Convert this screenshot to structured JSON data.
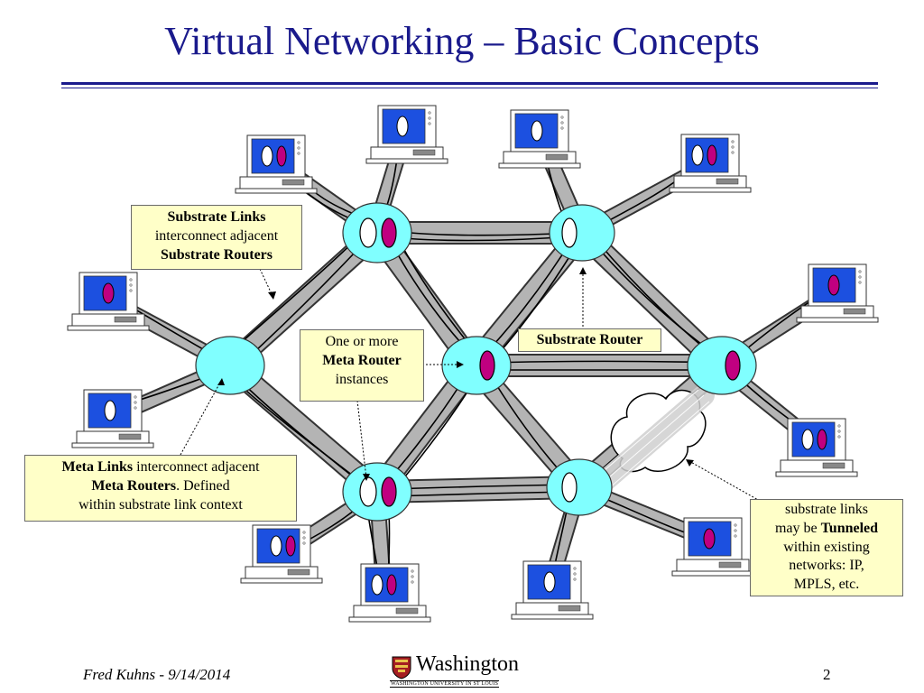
{
  "slide": {
    "title": "Virtual Networking – Basic Concepts",
    "footer_author": "Fred Kuhns - 9/14/2014",
    "page_number": "2",
    "logo": {
      "wordmark": "Washington",
      "subline": "WASHINGTON UNIVERSITY IN ST LOUIS"
    }
  },
  "callouts": {
    "substrate_links": {
      "bold1": "Substrate Links",
      "text": "interconnect adjacent",
      "bold2": "Substrate Routers"
    },
    "meta_router": {
      "line1": "One or more",
      "bold": "Meta Router",
      "line3": "instances"
    },
    "substrate_router": {
      "bold": "Substrate Router"
    },
    "meta_links": {
      "bold1": "Meta Links",
      "text1": " interconnect adjacent",
      "bold2": "Meta Routers",
      "text2": ". Defined",
      "text3": "within substrate link context"
    },
    "tunneled": {
      "line1": "substrate links",
      "pre": "may be ",
      "bold": "Tunneled",
      "line3": "within existing",
      "line4": "networks: IP,",
      "line5": "MPLS, etc."
    }
  },
  "colors": {
    "title": "#1a1a8c",
    "router": "#80ffff",
    "meta_port": "#c00080",
    "screen": "#1c50e0",
    "link_fill": "#b4b4b4",
    "callout_bg": "#ffffc8"
  }
}
